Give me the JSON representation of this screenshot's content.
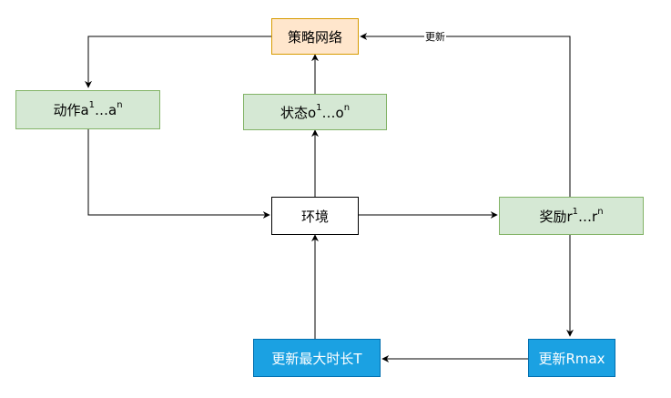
{
  "nodes": {
    "policy_network": {
      "label": "策略网络"
    },
    "action": {
      "label": "动作a",
      "sup1": "1",
      "mid": "…a",
      "sup2": "n"
    },
    "state": {
      "label": "状态o",
      "sup1": "1",
      "mid": "…o",
      "sup2": "n"
    },
    "environment": {
      "label": "环境"
    },
    "reward": {
      "label": "奖励r",
      "sup1": "1",
      "mid": "…r",
      "sup2": "n"
    },
    "update_rmax": {
      "label": "更新Rmax"
    },
    "update_max_time": {
      "label": "更新最大时长T"
    }
  },
  "edges": {
    "reward_to_policy": {
      "label": "更新"
    }
  },
  "colors": {
    "orange_fill": "#ffe6cc",
    "orange_stroke": "#d79b00",
    "green_fill": "#d5e8d4",
    "green_stroke": "#82b366",
    "blue_fill": "#1ba1e2",
    "blue_stroke": "#006eaf"
  }
}
